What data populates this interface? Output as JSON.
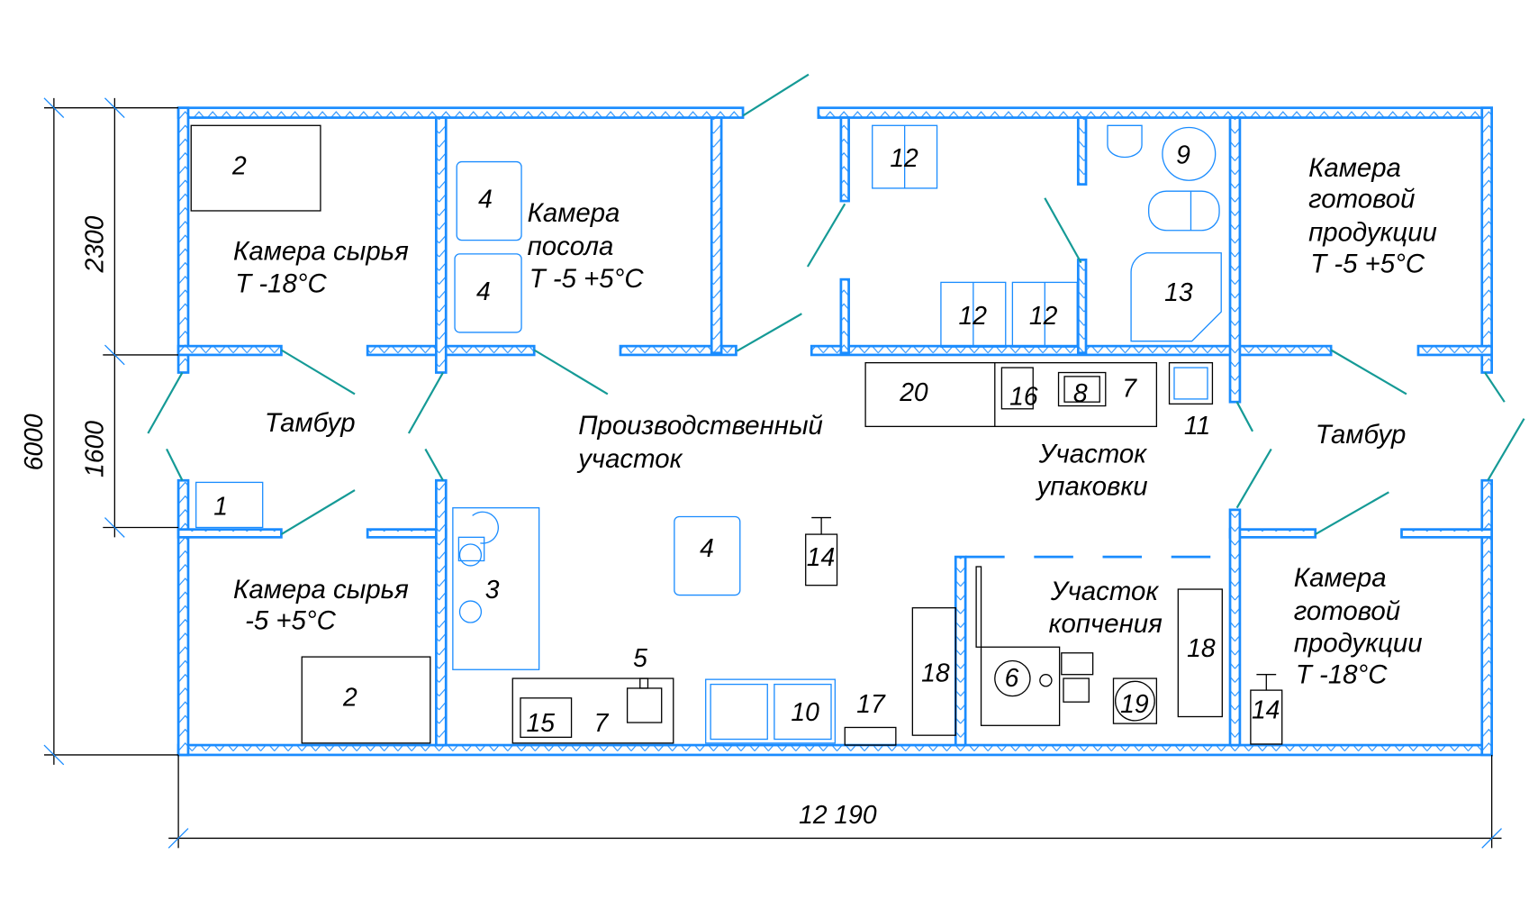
{
  "rooms": {
    "raw_frozen": [
      "Камера сырья",
      "T -18°C"
    ],
    "salting": [
      "Камера",
      "посола",
      "T -5 +5°C"
    ],
    "finished_cool": [
      "Камера",
      "готовой",
      "продукции",
      "T -5 +5°C"
    ],
    "vestibule_left": "Тамбур",
    "vestibule_right": "Тамбур",
    "production": [
      "Производственный",
      "участок"
    ],
    "packing": [
      "Участок",
      "упаковки"
    ],
    "raw_cool": [
      "Камера сырья",
      "-5 +5°C"
    ],
    "smoking": [
      "Участок",
      "копчения"
    ],
    "finished_frozen": [
      "Камера",
      "готовой",
      "продукции",
      "T -18°C"
    ]
  },
  "equipment_numbers": {
    "n2a": "2",
    "n2b": "2",
    "n4a": "4",
    "n4b": "4",
    "n4c": "4",
    "n12a": "12",
    "n12b": "12",
    "n12c": "12",
    "n9": "9",
    "n13": "13",
    "n20": "20",
    "n16": "16",
    "n8": "8",
    "n7a": "7",
    "n11": "11",
    "n1": "1",
    "n3": "3",
    "n14a": "14",
    "n14b": "14",
    "n5": "5",
    "n15": "15",
    "n7b": "7",
    "n10": "10",
    "n17": "17",
    "n18a": "18",
    "n18b": "18",
    "n6": "6",
    "n19": "19"
  },
  "dimensions": {
    "total_height": "6000",
    "upper_height": "2300",
    "middle_height": "1600",
    "total_width": "12 190"
  },
  "colors": {
    "wall": "#1a8cff",
    "door": "#159a96",
    "line": "#000000"
  }
}
